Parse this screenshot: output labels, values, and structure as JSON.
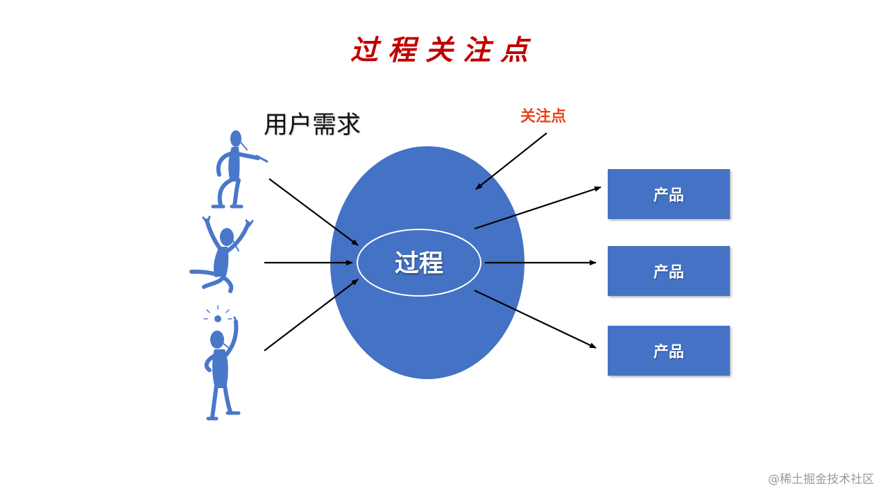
{
  "title": "过程关注点",
  "user_needs_label": "用户需求",
  "focus_label": "关注点",
  "process_label": "过程",
  "products": [
    "产品",
    "产品",
    "产品"
  ],
  "watermark": "@稀土掘金技术社区",
  "colors": {
    "title": "#c00000",
    "focus": "#e8431a",
    "ellipse": "#4472c4",
    "product": "#4472c4",
    "figure": "#4a78c9",
    "arrow": "#000000"
  },
  "icons": [
    "pointing-person-icon",
    "cheering-person-icon",
    "idea-person-icon"
  ]
}
